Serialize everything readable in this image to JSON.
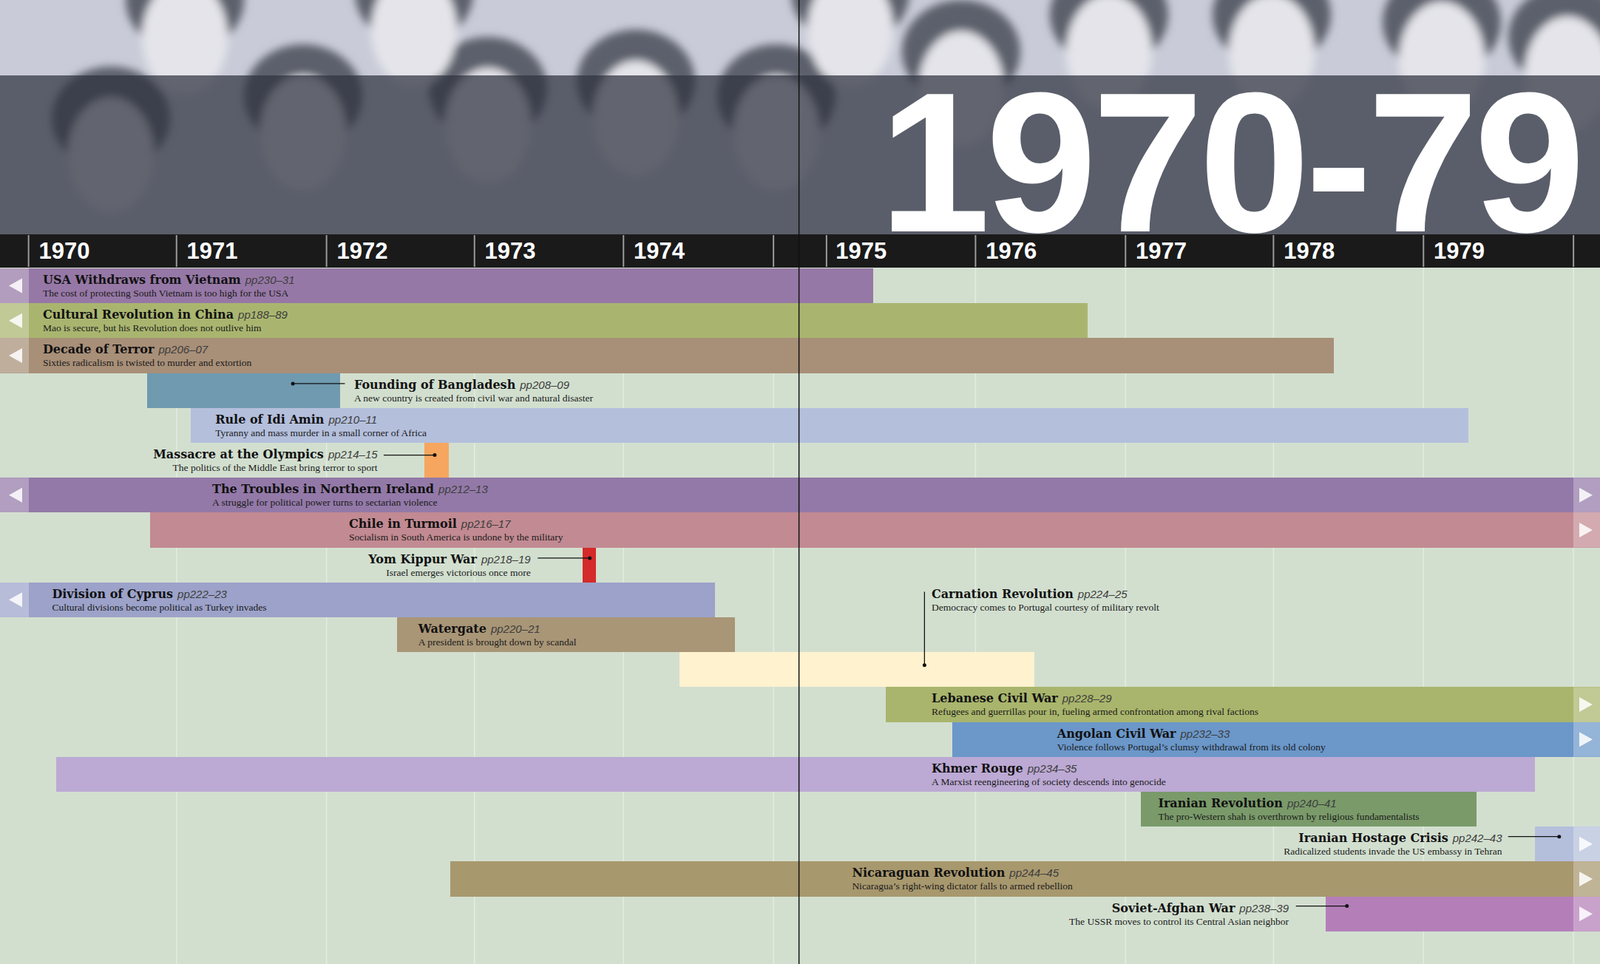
{
  "diagram": {
    "title": "1970-79",
    "nodes": [
      {
        "text": [
          "USA Withdraws from Vietnam",
          "pp230–31",
          "The cost of protecting South Vietnam is too high for the USA"
        ]
      },
      {
        "text": [
          "Cultural Revolution in China",
          "pp188–89",
          "Mao is secure, but his Revolution does not outlive him"
        ]
      },
      {
        "text": [
          "Decade of Terror",
          "pp206–07",
          "Sixties radicalism is twisted to murder and extortion"
        ]
      },
      {
        "text": [
          "Founding of Bangladesh",
          "pp208–09",
          "A new country is created from civil war and natural disaster"
        ]
      },
      {
        "text": [
          "Rule of Idi Amin",
          "pp210–11",
          "Tyranny and mass murder in a small corner of Africa"
        ]
      },
      {
        "text": [
          "Massacre at the Olympics",
          "pp214–15",
          "The politics of the Middle East bring terror to sport"
        ]
      },
      {
        "text": [
          "The Troubles in Northern Ireland",
          "pp212–13",
          "A struggle for political power turns to sectarian violence"
        ]
      },
      {
        "text": [
          "Chile in Turmoil",
          "pp216–17",
          "Socialism in South America is undone by the military"
        ]
      },
      {
        "text": [
          "Yom Kippur War",
          "pp218–19",
          "Israel emerges victorious once more"
        ]
      },
      {
        "text": [
          "Division of Cyprus",
          "pp222–23",
          "Cultural divisions become political as Turkey invades"
        ]
      },
      {
        "text": [
          "Watergate",
          "pp220–21",
          "A president is brought down by scandal"
        ]
      },
      {
        "text": [
          "Carnation Revolution",
          "pp224–25",
          "Democracy comes to Portugal courtesy of military revolt"
        ]
      },
      {
        "text": [
          "Lebanese Civil War",
          "pp228–29",
          "Refugees and guerrillas pour in, fueling armed confrontation among rival factions"
        ]
      },
      {
        "text": [
          "Angolan Civil War",
          "pp232–33",
          "Violence follows Portugal’s clumsy withdrawal from its old colony"
        ]
      },
      {
        "text": [
          "Khmer Rouge",
          "pp234–35",
          "A Marxist reengineering of society descends into genocide"
        ]
      },
      {
        "text": [
          "Iranian Revolution",
          "pp240–41",
          "The pro-Western shah is overthrown by religious fundamentalists"
        ]
      },
      {
        "text": [
          "Iranian Hostage Crisis",
          "pp242–43",
          "Radicalized students invade the US embassy in Tehran"
        ]
      },
      {
        "text": [
          "Nicaraguan Revolution",
          "pp244–45",
          "Nicaragua’s right-wing dictator falls to armed rebellion"
        ]
      },
      {
        "text": [
          "Soviet-Afghan War",
          "pp238–39",
          "The USSR moves to control its Central Asian neighbor"
        ]
      }
    ],
    "labels": [
      "1970",
      "1971",
      "1972",
      "1973",
      "1974",
      "1975",
      "1976",
      "1977",
      "1978",
      "1979"
    ]
  }
}
